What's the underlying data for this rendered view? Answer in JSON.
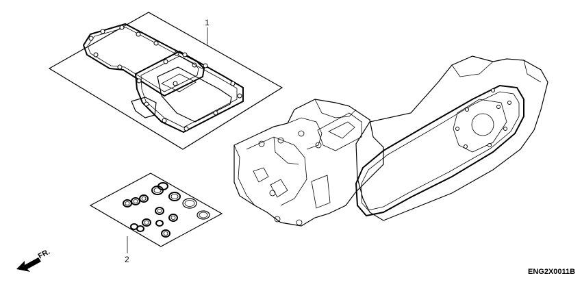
{
  "callouts": {
    "part1": "1",
    "part2": "2"
  },
  "direction_label": "FR.",
  "diagram_code": "ENG2X0011B"
}
